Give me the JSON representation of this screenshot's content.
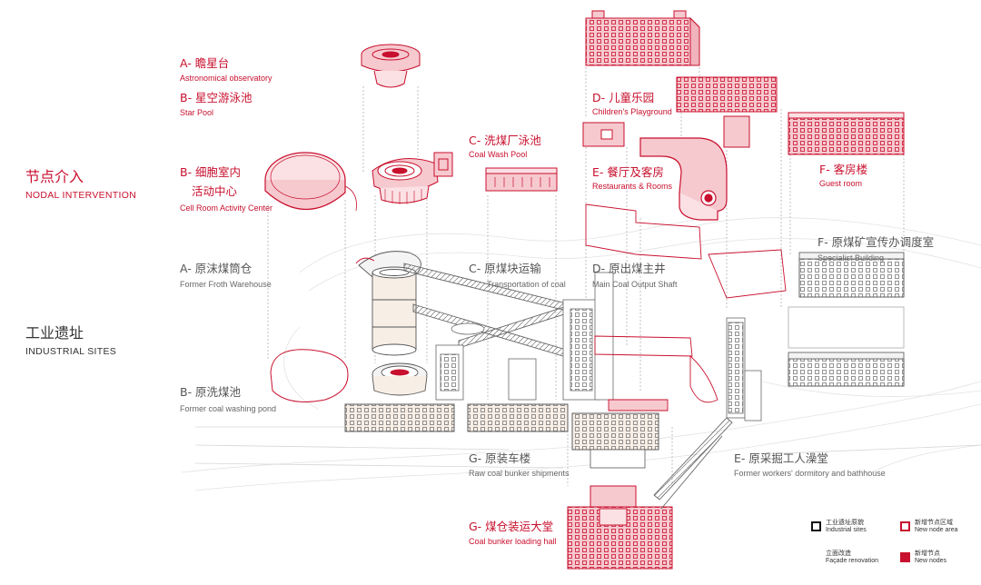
{
  "sections": {
    "nodal": {
      "zh": "节点介入",
      "en": "NODAL INTERVENTION"
    },
    "industrial": {
      "zh": "工业遗址",
      "en": "INDUSTRIAL SITES"
    }
  },
  "nodal_labels": {
    "a": {
      "zh": "A- 瞻星台",
      "en": "Astronomical observatory"
    },
    "b_pool": {
      "zh": "B- 星空游泳池",
      "en": "Star Pool"
    },
    "b_cell_1": {
      "zh": "B- 细胞室内",
      "zh2": "活动中心",
      "en": "Cell Room Activity Center"
    },
    "c": {
      "zh": "C- 洗煤厂泳池",
      "en": "Coal Wash Pool"
    },
    "d": {
      "zh": "D- 儿童乐园",
      "en": "Children's Playground"
    },
    "e": {
      "zh": "E- 餐厅及客房",
      "en": "Restaurants & Rooms"
    },
    "f": {
      "zh": "F- 客房楼",
      "en": "Guest room"
    },
    "g": {
      "zh": "G- 煤仓装运大堂",
      "en": "Coal bunker loading hall"
    }
  },
  "site_labels": {
    "a": {
      "zh": "A- 原沫煤筒仓",
      "en": "Former Froth Warehouse"
    },
    "b": {
      "zh": "B- 原洗煤池",
      "en": "Former coal washing pond"
    },
    "c": {
      "zh": "C- 原煤块运输",
      "en": "Transportation of coal"
    },
    "d": {
      "zh": "D- 原出煤主井",
      "en": "Main Coal Output Shaft"
    },
    "e": {
      "zh": "E- 原采掘工人澡堂",
      "en": "Former workers' dormitory and bathhouse"
    },
    "f": {
      "zh": "F- 原煤矿宣传办调度室",
      "en": "Specialist Building"
    },
    "g": {
      "zh": "G- 原装车楼",
      "en": "Raw coal bunker shipments"
    }
  },
  "legend": [
    {
      "zh": "工业遗址原貌",
      "en": "Industrial sites",
      "style": "outline-black"
    },
    {
      "zh": "新增节点区域",
      "en": "New node area",
      "style": "outline-red"
    },
    {
      "zh": "立面改造",
      "en": "Façade renovation",
      "style": "none"
    },
    {
      "zh": "新增节点",
      "en": "New nodes",
      "style": "fill-red"
    }
  ],
  "colors": {
    "accent": "#c8102e",
    "fill_light": "#f6c9cf",
    "line": "#555555",
    "faint": "#d9d9d9"
  }
}
